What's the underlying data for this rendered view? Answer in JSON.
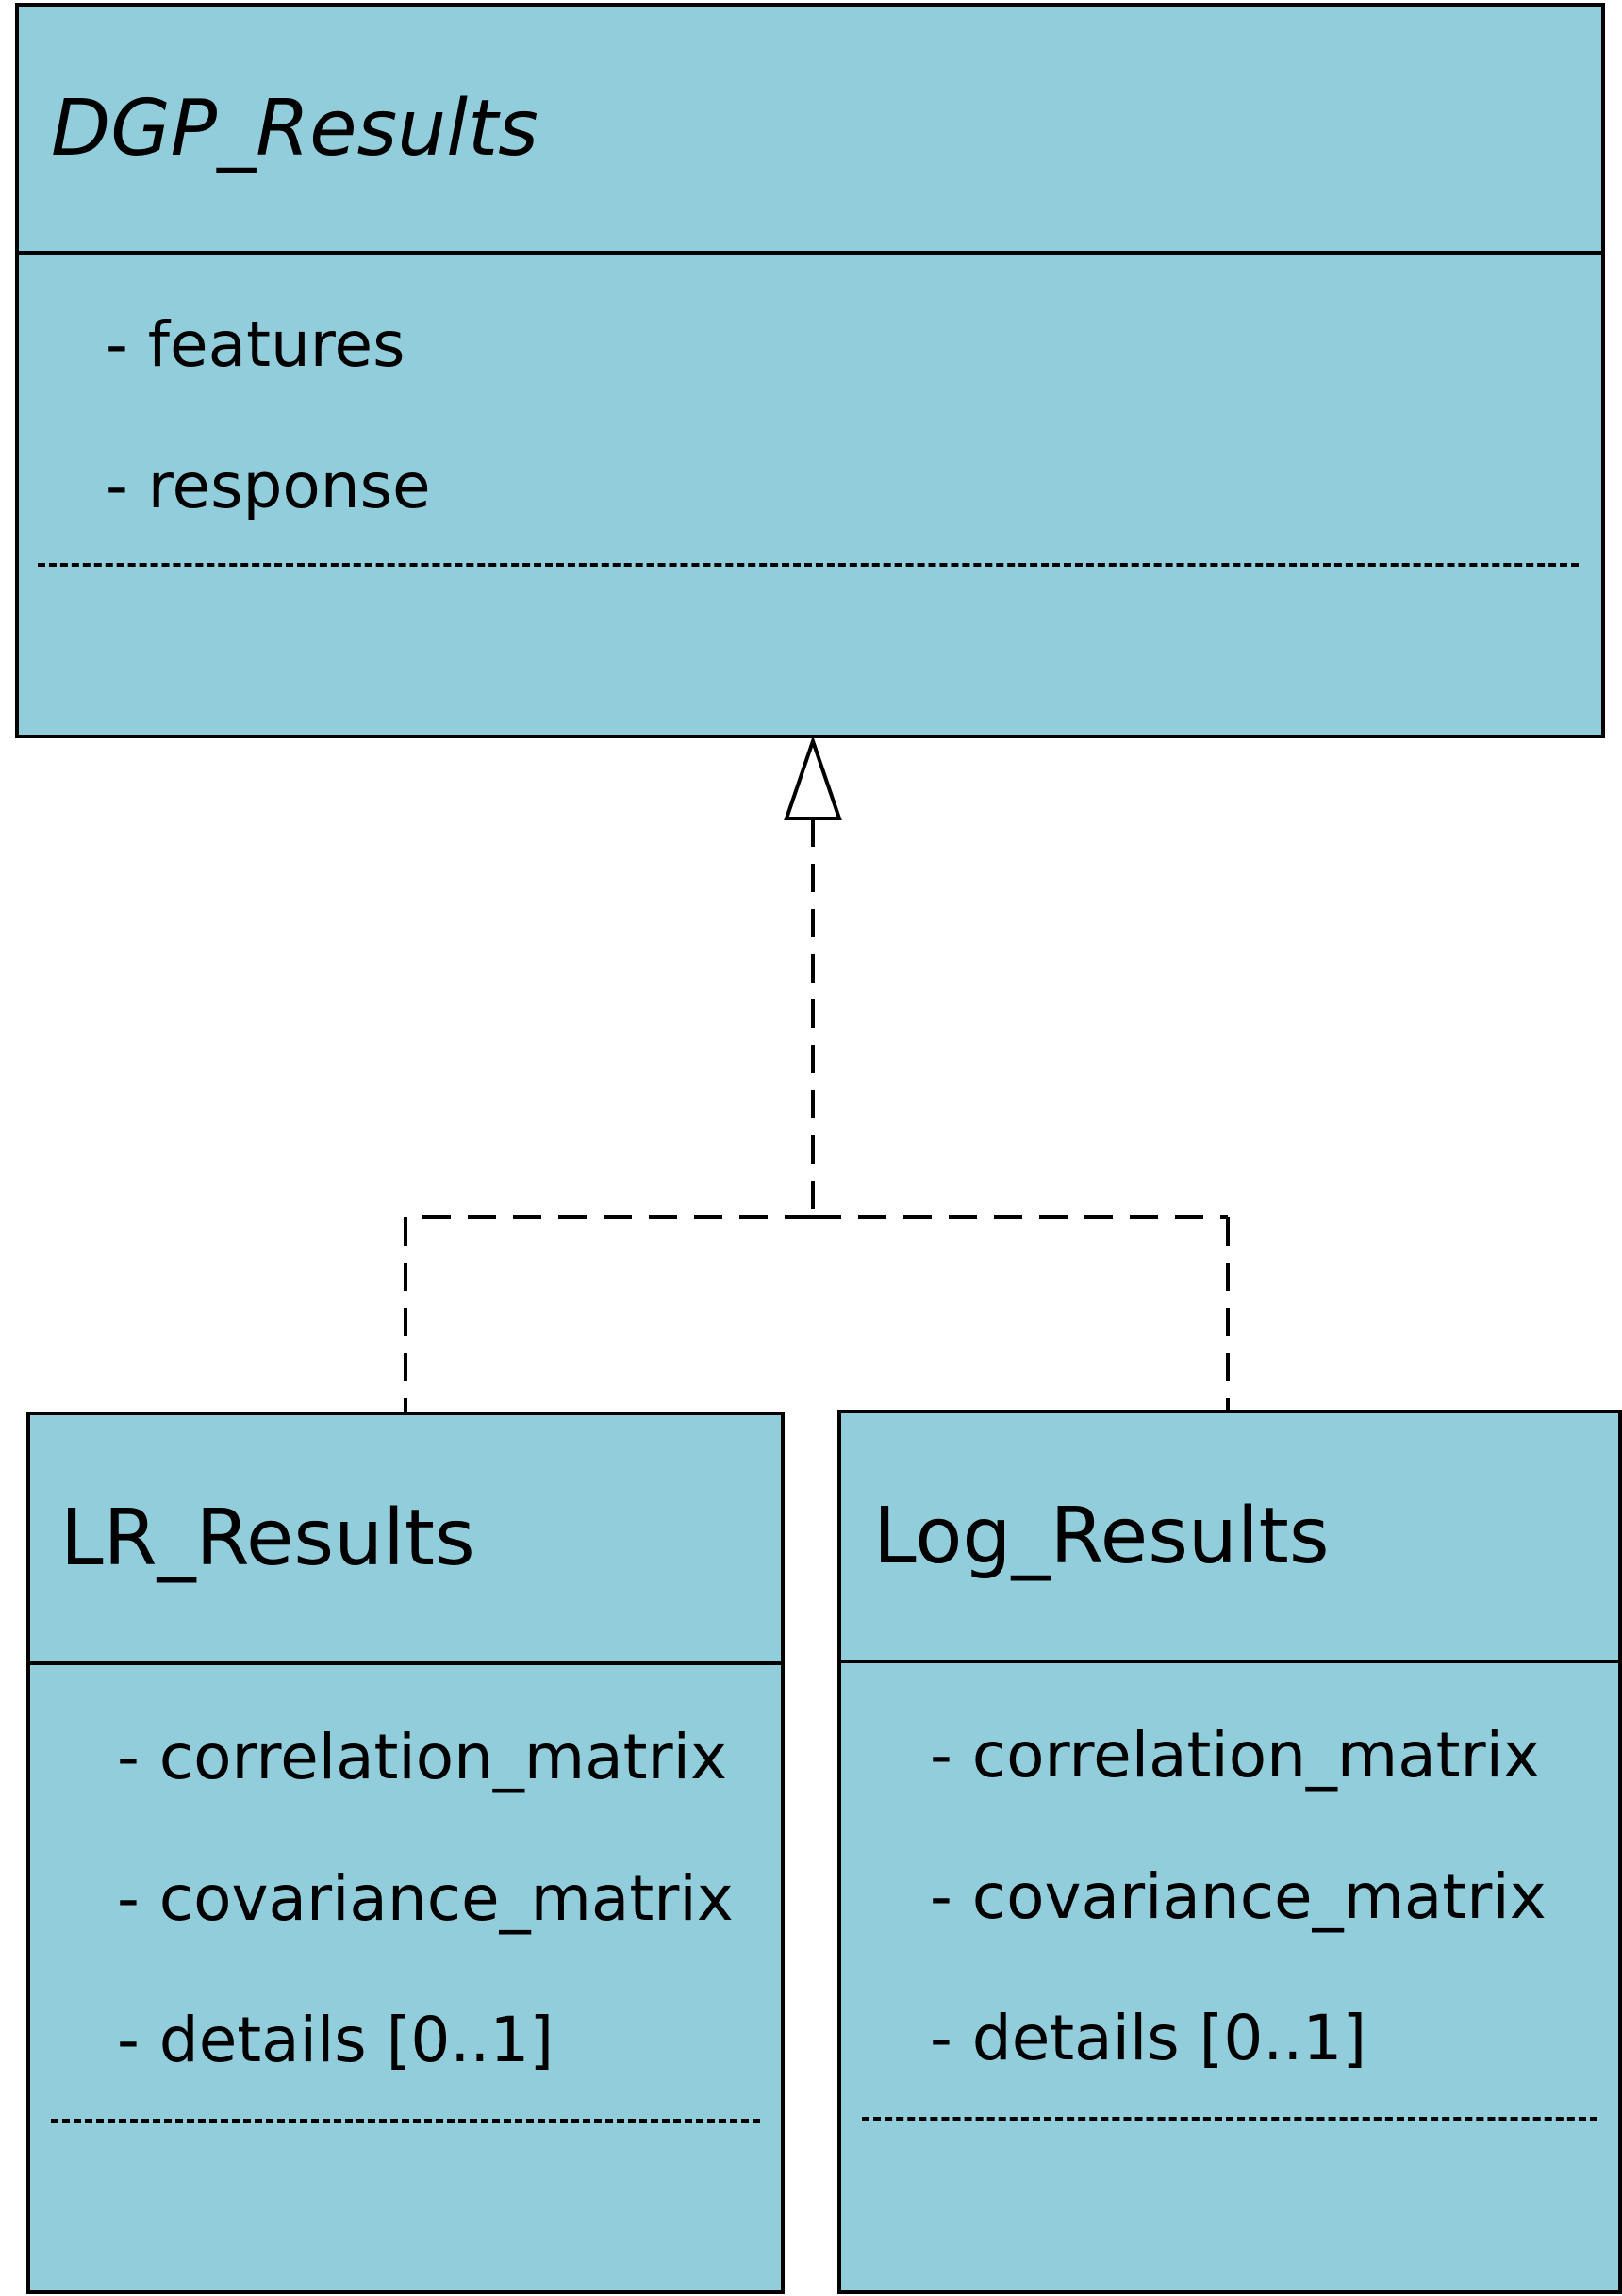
{
  "diagram": {
    "type": "uml-class-diagram",
    "relationship": "realization",
    "colors": {
      "box_fill": "#92CDDC",
      "line": "#000000"
    },
    "classes": [
      {
        "id": "dgp",
        "name": "DGP_Results",
        "abstract": true,
        "attributes": [
          "- features",
          "- response"
        ],
        "operations": []
      },
      {
        "id": "lr",
        "name": "LR_Results",
        "abstract": false,
        "attributes": [
          "- correlation_matrix",
          "- covariance_matrix",
          "- details [0..1]"
        ],
        "operations": []
      },
      {
        "id": "log",
        "name": "Log_Results",
        "abstract": false,
        "attributes": [
          "- correlation_matrix",
          "- covariance_matrix",
          "- details [0..1]"
        ],
        "operations": []
      }
    ],
    "edges": [
      {
        "from": "lr",
        "to": "dgp",
        "style": "dashed",
        "arrowhead": "hollow-triangle"
      },
      {
        "from": "log",
        "to": "dgp",
        "style": "dashed",
        "arrowhead": "hollow-triangle"
      }
    ]
  }
}
